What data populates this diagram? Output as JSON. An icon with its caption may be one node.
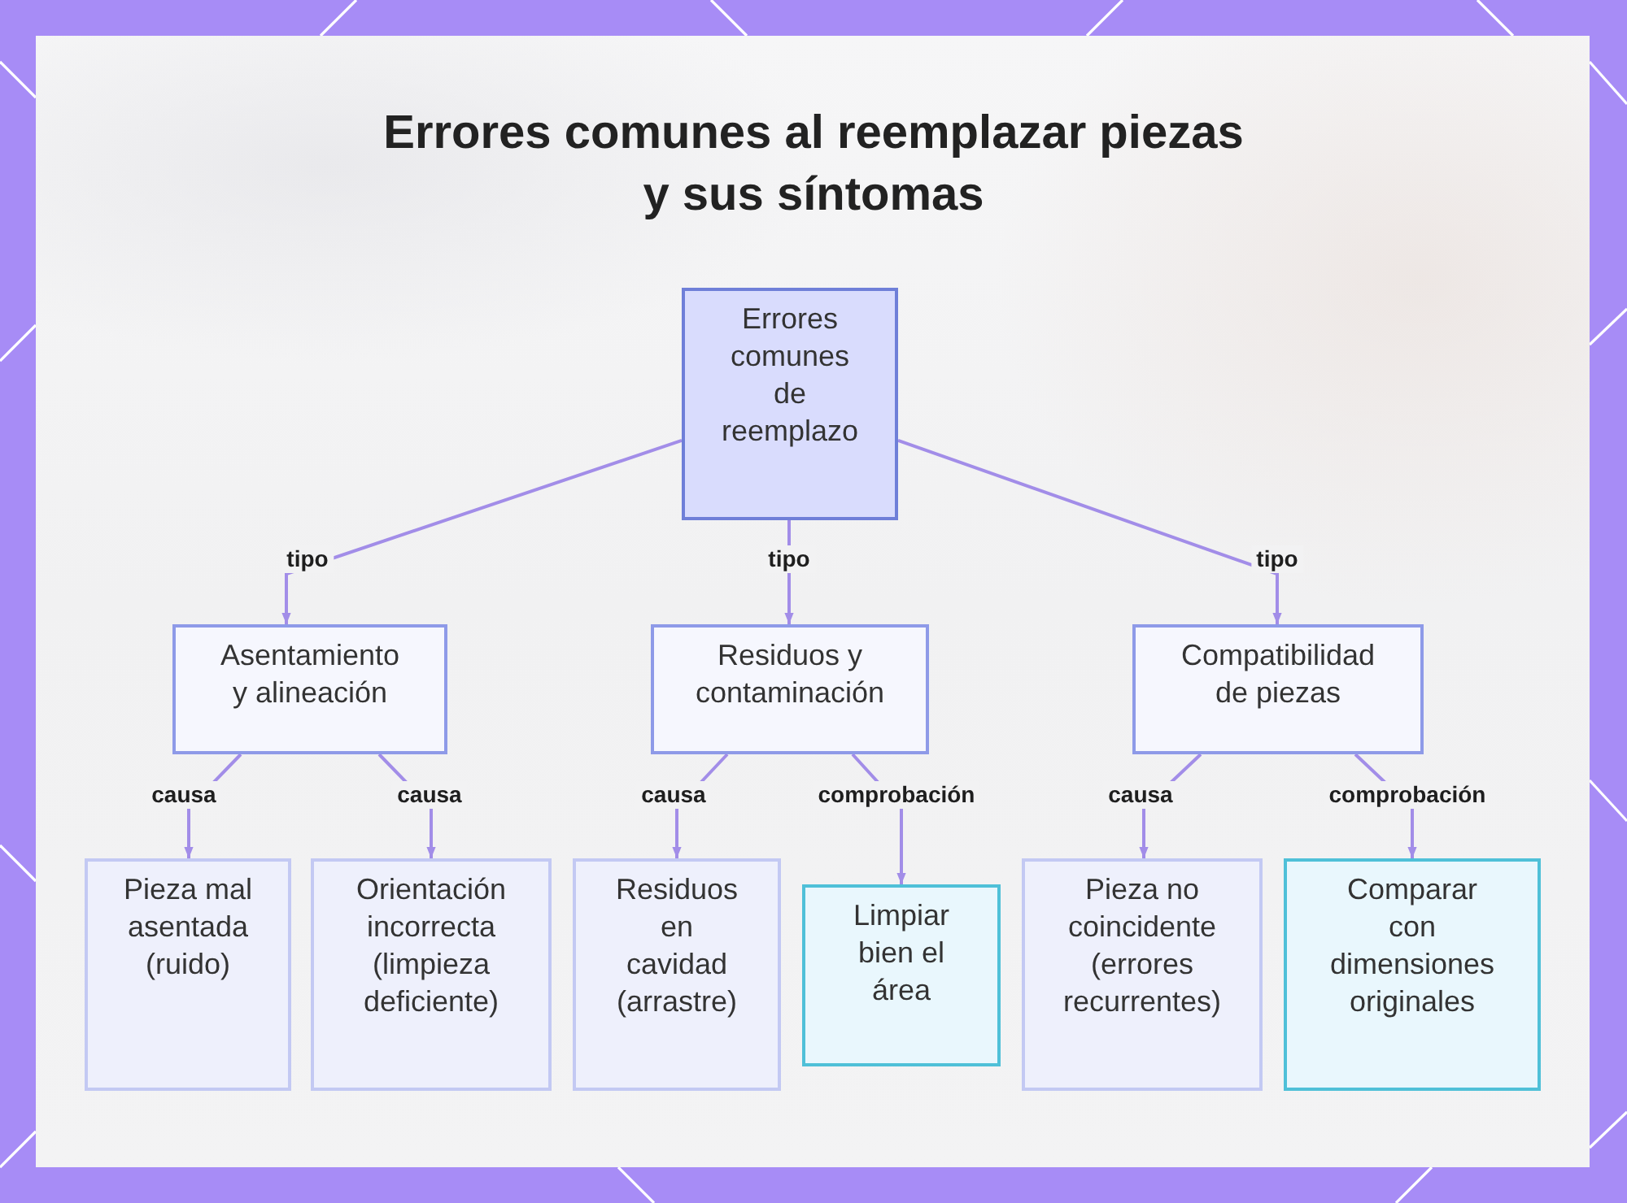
{
  "diagram": {
    "title": "Errores comunes al reemplazar piezas y sus síntomas",
    "nodes": [
      {
        "text": [
          "Errores comunes de reemplazo"
        ]
      },
      {
        "text": [
          "Asentamiento y alineación"
        ]
      },
      {
        "text": [
          "Residuos y contaminación"
        ]
      },
      {
        "text": [
          "Compatibilidad de piezas"
        ]
      },
      {
        "text": [
          "Pieza mal asentada (ruido)"
        ]
      },
      {
        "text": [
          "Orientación incorrecta (limpieza deficiente)"
        ]
      },
      {
        "text": [
          "Residuos en cavidad (arrastre)"
        ]
      },
      {
        "text": [
          "Limpiar bien el área"
        ]
      },
      {
        "text": [
          "Pieza no coincidente (errores recurrentes)"
        ]
      },
      {
        "text": [
          "Comparar con dimensiones originales"
        ]
      }
    ],
    "edges": [
      {
        "from": 0,
        "to": 1,
        "arrow": "to",
        "label": "tipo"
      },
      {
        "from": 0,
        "to": 2,
        "arrow": "to",
        "label": "tipo"
      },
      {
        "from": 0,
        "to": 3,
        "arrow": "to",
        "label": "tipo"
      },
      {
        "from": 1,
        "to": 4,
        "arrow": "to",
        "label": "causa"
      },
      {
        "from": 1,
        "to": 5,
        "arrow": "to",
        "label": "causa"
      },
      {
        "from": 2,
        "to": 6,
        "arrow": "to",
        "label": "causa"
      },
      {
        "from": 2,
        "to": 7,
        "arrow": "to",
        "label": "comprobación"
      },
      {
        "from": 3,
        "to": 8,
        "arrow": "to",
        "label": "causa"
      },
      {
        "from": 3,
        "to": 9,
        "arrow": "to",
        "label": "comprobación"
      }
    ]
  }
}
